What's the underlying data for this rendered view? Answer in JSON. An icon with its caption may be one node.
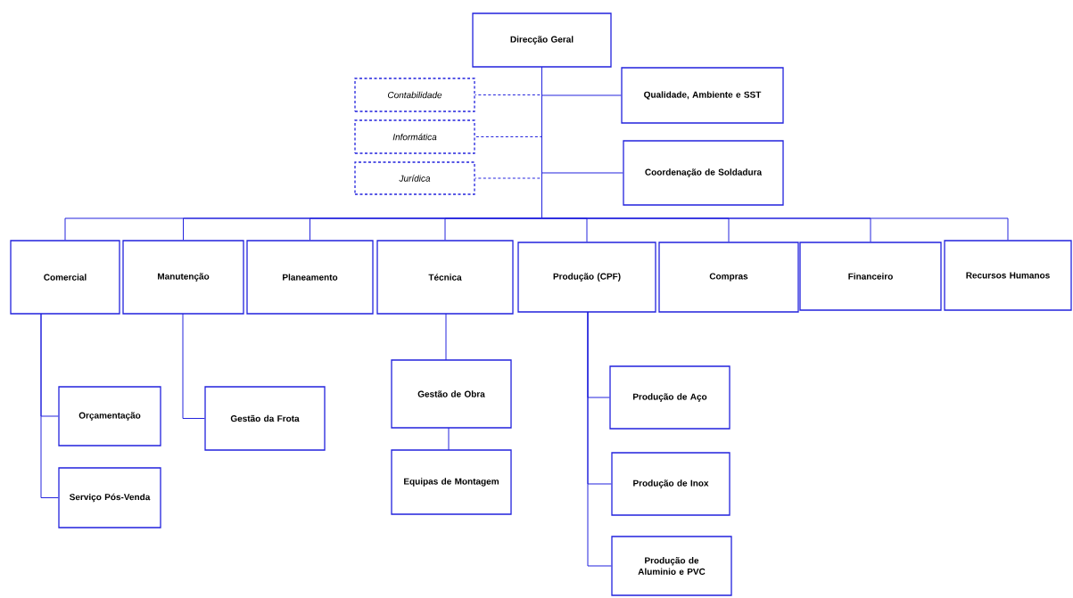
{
  "diagram": {
    "nodes": [
      {
        "text": [
          "Direcção Geral"
        ]
      },
      {
        "text": [
          "Contabilidade"
        ]
      },
      {
        "text": [
          "Informática"
        ]
      },
      {
        "text": [
          "Jurídica"
        ]
      },
      {
        "text": [
          "Qualidade, Ambiente e SST"
        ]
      },
      {
        "text": [
          "Coordenação de Soldadura"
        ]
      },
      {
        "text": [
          "Comercial"
        ]
      },
      {
        "text": [
          "Manutenção"
        ]
      },
      {
        "text": [
          "Planeamento"
        ]
      },
      {
        "text": [
          "Técnica"
        ]
      },
      {
        "text": [
          "Produção (CPF)"
        ]
      },
      {
        "text": [
          "Compras"
        ]
      },
      {
        "text": [
          "Financeiro"
        ]
      },
      {
        "text": [
          "Recursos Humanos"
        ]
      },
      {
        "text": [
          "Orçamentação"
        ]
      },
      {
        "text": [
          "Serviço Pós-Venda"
        ]
      },
      {
        "text": [
          "Gestão da Frota"
        ]
      },
      {
        "text": [
          "Gestão de Obra"
        ]
      },
      {
        "text": [
          "Equipas de Montagem"
        ]
      },
      {
        "text": [
          "Produção de Aço"
        ]
      },
      {
        "text": [
          "Produção de Inox"
        ]
      },
      {
        "text": [
          "Produção de Aluminio e PVC"
        ]
      }
    ],
    "edges": [
      {
        "from": 0,
        "to": 1,
        "arrow": "none",
        "style": "dashed"
      },
      {
        "from": 0,
        "to": 2,
        "arrow": "none",
        "style": "dashed"
      },
      {
        "from": 0,
        "to": 3,
        "arrow": "none",
        "style": "dashed"
      },
      {
        "from": 0,
        "to": 4,
        "arrow": "none"
      },
      {
        "from": 0,
        "to": 5,
        "arrow": "none"
      },
      {
        "from": 0,
        "to": 6,
        "arrow": "none"
      },
      {
        "from": 0,
        "to": 7,
        "arrow": "none"
      },
      {
        "from": 0,
        "to": 8,
        "arrow": "none"
      },
      {
        "from": 0,
        "to": 9,
        "arrow": "none"
      },
      {
        "from": 0,
        "to": 10,
        "arrow": "none"
      },
      {
        "from": 0,
        "to": 11,
        "arrow": "none"
      },
      {
        "from": 0,
        "to": 12,
        "arrow": "none"
      },
      {
        "from": 0,
        "to": 13,
        "arrow": "none"
      },
      {
        "from": 6,
        "to": 14,
        "arrow": "none"
      },
      {
        "from": 6,
        "to": 15,
        "arrow": "none"
      },
      {
        "from": 7,
        "to": 16,
        "arrow": "none"
      },
      {
        "from": 9,
        "to": 17,
        "arrow": "none"
      },
      {
        "from": 17,
        "to": 18,
        "arrow": "none"
      },
      {
        "from": 10,
        "to": 19,
        "arrow": "none"
      },
      {
        "from": 10,
        "to": 20,
        "arrow": "none"
      },
      {
        "from": 10,
        "to": 21,
        "arrow": "none"
      }
    ]
  }
}
